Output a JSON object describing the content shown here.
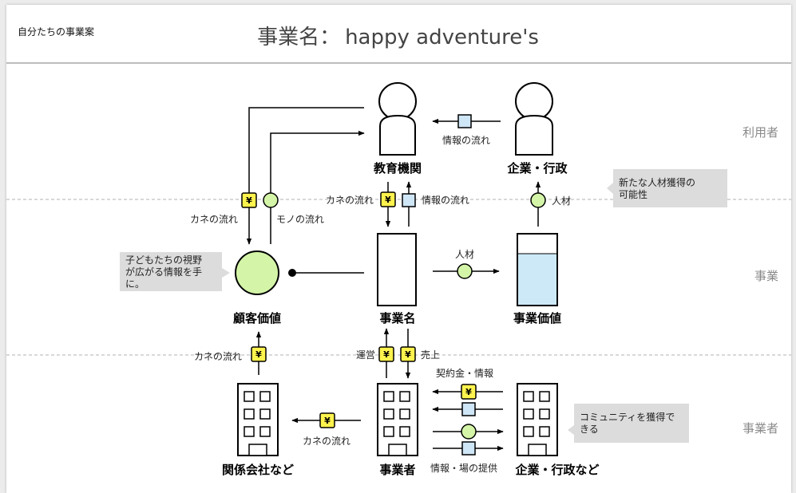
{
  "header": {
    "corner_label": "自分たちの事業案",
    "title_prefix": "事業名：",
    "title_name": "happy adventure's"
  },
  "lanes": [
    "利用者",
    "事業",
    "事業者"
  ],
  "nodes": {
    "education": "教育機関",
    "company_gov": "企業・行政",
    "customer_value": "顧客価値",
    "business_name": "事業名",
    "business_value": "事業価値",
    "affiliates": "関係会社など",
    "operator": "事業者",
    "company_gov_etc": "企業・行政など"
  },
  "flows": {
    "info_flow": "情報の流れ",
    "money_flow": "カネの流れ",
    "goods_flow": "モノの流れ",
    "talent": "人材",
    "operation": "運営",
    "sales": "売上",
    "contract_info": "契約金・情報",
    "info_venue": "情報・場の提供",
    "yen": "¥"
  },
  "notes": {
    "new_talent": [
      "新たな人材獲得の",
      "可能性"
    ],
    "child_view": [
      "子どもたちの視野",
      "が広がる情報を手",
      "に。"
    ],
    "community": [
      "コミュニティを獲得で",
      "きる"
    ]
  },
  "colors": {
    "goods_green": "#d4f5a8",
    "info_blue": "#cfe6f7",
    "money_yellow": "#fff34d",
    "note_gray": "#dcdcdc",
    "water_blue": "#cde9f8"
  }
}
